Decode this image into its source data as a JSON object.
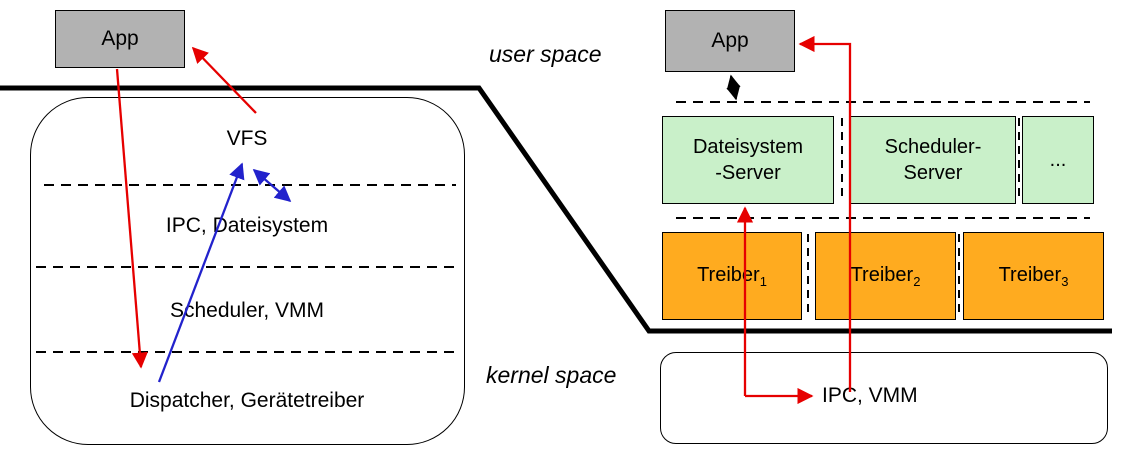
{
  "labels": {
    "user_space": "user space",
    "kernel_space": "kernel space"
  },
  "left": {
    "app_label": "App",
    "modules": {
      "vfs": "VFS",
      "layer2": "IPC, Dateisystem",
      "layer3": "Scheduler, VMM",
      "layer4": "Dispatcher, Gerätetreiber"
    }
  },
  "right": {
    "app_label": "App",
    "servers": [
      {
        "line1": "Dateisystem",
        "line2": "-Server"
      },
      {
        "line1": "Scheduler-",
        "line2": "Server"
      },
      {
        "line1": "...",
        "line2": ""
      }
    ],
    "drivers": [
      {
        "label": "Treiber",
        "subscript": "1"
      },
      {
        "label": "Treiber",
        "subscript": "2"
      },
      {
        "label": "Treiber",
        "subscript": "3"
      }
    ],
    "kernel_label": "IPC, VMM"
  },
  "colors": {
    "app_gray": "#b2b2b2",
    "server_green": "#c9f0c9",
    "driver_orange": "#ffab1f",
    "arrow_red": "#e60000",
    "arrow_blue": "#2222cc"
  }
}
